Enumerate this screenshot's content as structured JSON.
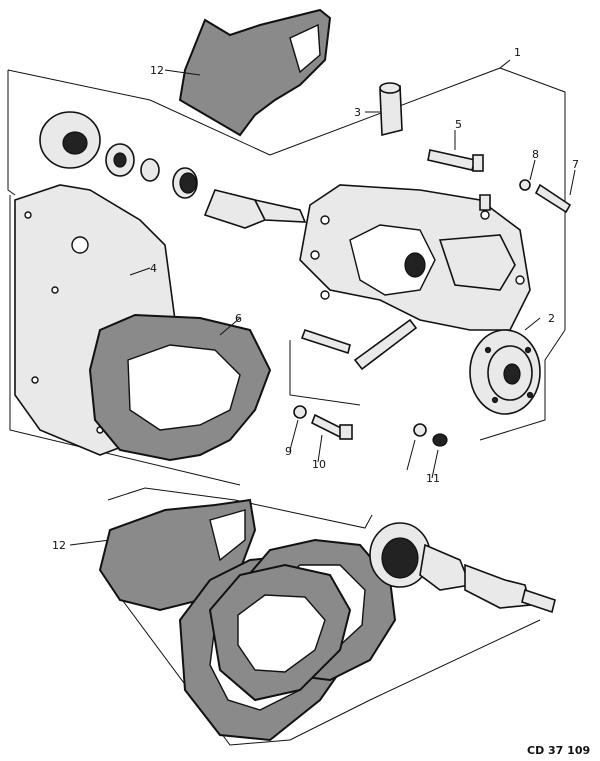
{
  "labels": {
    "l1": "1",
    "l2": "2",
    "l3": "3",
    "l4": "4",
    "l5": "5",
    "l6": "6",
    "l7": "7",
    "l8": "8",
    "l9": "9",
    "l10": "10",
    "l11": "11",
    "l12a": "12",
    "l12b": "12"
  },
  "drawing_code": "CD 37 109"
}
